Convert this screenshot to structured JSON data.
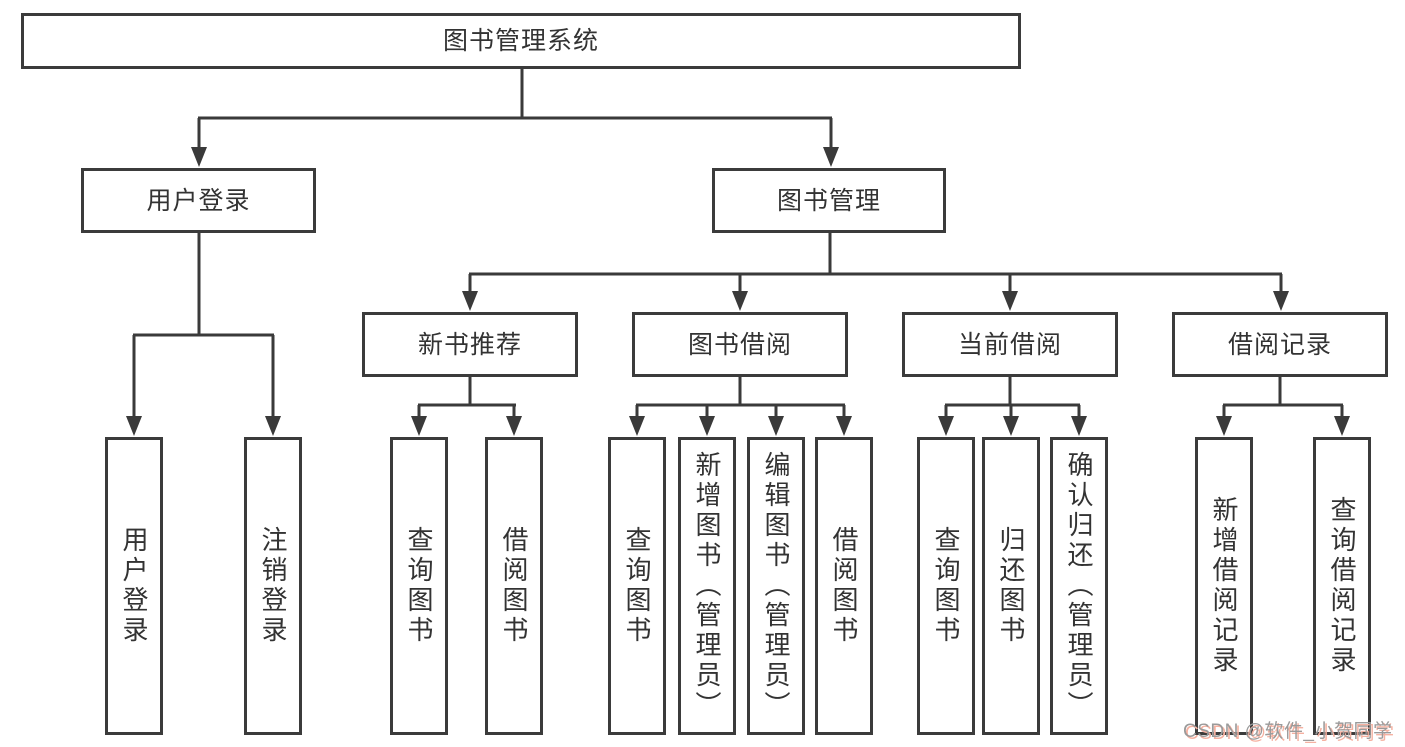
{
  "diagram_title": "图书管理系统",
  "tree": {
    "root": {
      "label": "图书管理系统"
    },
    "level2": [
      {
        "label": "用户登录",
        "children": [
          {
            "label": "用户登录"
          },
          {
            "label": "注销登录"
          }
        ]
      },
      {
        "label": "图书管理",
        "children": [
          {
            "label": "新书推荐",
            "children": [
              {
                "label": "查询图书"
              },
              {
                "label": "借阅图书"
              }
            ]
          },
          {
            "label": "图书借阅",
            "children": [
              {
                "label": "查询图书"
              },
              {
                "label": "新增图书（管理员）"
              },
              {
                "label": "编辑图书（管理员）"
              },
              {
                "label": "借阅图书"
              }
            ]
          },
          {
            "label": "当前借阅",
            "children": [
              {
                "label": "查询图书"
              },
              {
                "label": "归还图书"
              },
              {
                "label": "确认归还（管理员）"
              }
            ]
          },
          {
            "label": "借阅记录",
            "children": [
              {
                "label": "新增借阅记录"
              },
              {
                "label": "查询借阅记录"
              }
            ]
          }
        ]
      }
    ]
  },
  "watermark": {
    "text": "CSDN @软件_小贺同学"
  },
  "colors": {
    "background": "#ffffff",
    "line": "#3a3a3a",
    "box_border": "#3b3b3b",
    "text": "#333333",
    "watermark_text": "#9a9a9a",
    "watermark_shadow": "#f5b1a1"
  }
}
